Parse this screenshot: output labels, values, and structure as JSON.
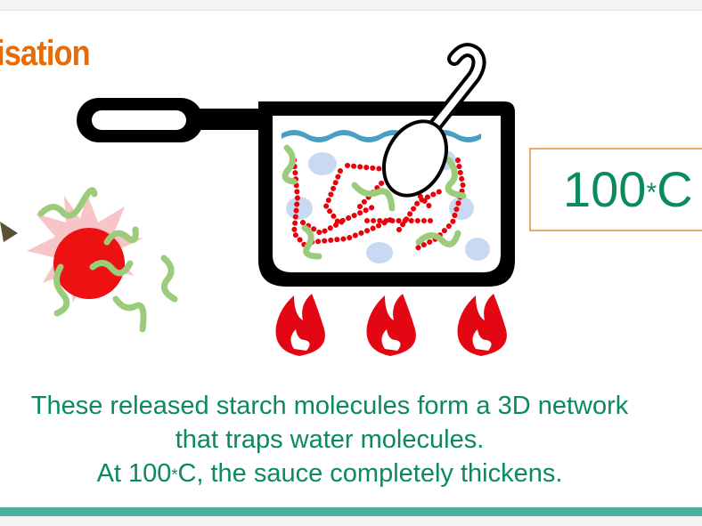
{
  "title": "isation",
  "temperature": {
    "value": "100",
    "degree": "*",
    "unit": "C"
  },
  "caption": {
    "line1": "These released starch molecules form a 3D network",
    "line2": "that traps water molecules.",
    "line3_prefix": "At 100",
    "line3_star": "*",
    "line3_suffix": "C, the sauce completely thickens."
  },
  "colors": {
    "title": "#e46c0a",
    "text": "#0b8a5a",
    "starch_dot": "#e8000b",
    "water": "#c9d9f2",
    "wave": "#4a9ec4",
    "worm": "#9ccb7c",
    "flame": "#e30613",
    "box_border": "#f0a868",
    "bottom_bar": "#4bb0a0"
  },
  "icons": [
    "saucepan-icon",
    "spoon-icon",
    "flame-icon",
    "starch-granule-icon",
    "arrow-icon"
  ]
}
